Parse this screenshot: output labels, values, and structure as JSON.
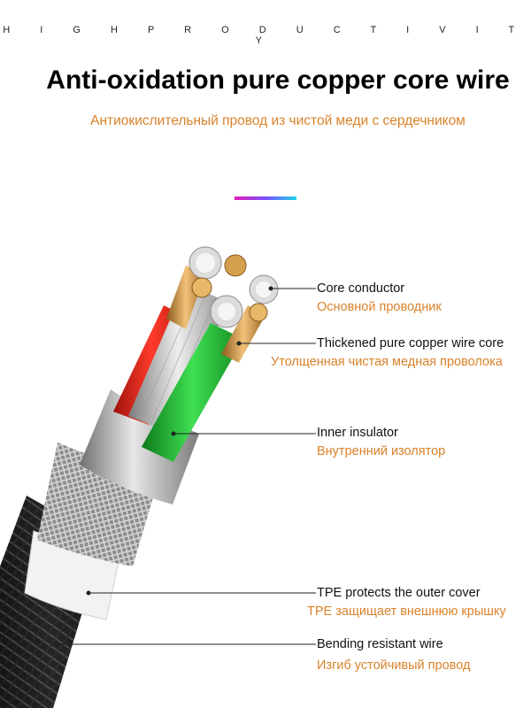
{
  "header": {
    "tagline": "H I G H   P R O D U C T I V I T Y",
    "title": "Anti-oxidation pure copper core wire",
    "subtitle": "Антиокислительный провод из чистой меди с сердечником"
  },
  "colors": {
    "accent_orange": "#d9822b",
    "accent_gradient": [
      "#e11eb6",
      "#7b4dff",
      "#1fd4e8"
    ],
    "red_wire": "#e5281f",
    "green_wire": "#27c43a",
    "copper": "#c98a3a",
    "jacket": "#1a1a1a"
  },
  "callouts": [
    {
      "en": "Core conductor",
      "ru": "Основной проводник"
    },
    {
      "en": "Thickened pure copper wire core",
      "ru": "Утолщенная чистая медная проволока"
    },
    {
      "en": "Inner insulator",
      "ru": "Внутренний изолятор"
    },
    {
      "en": "TPE protects the outer cover",
      "ru": "TPE защищает внешнюю крышку"
    },
    {
      "en": "Bending resistant wire",
      "ru": "Изгиб устойчивый провод"
    }
  ]
}
